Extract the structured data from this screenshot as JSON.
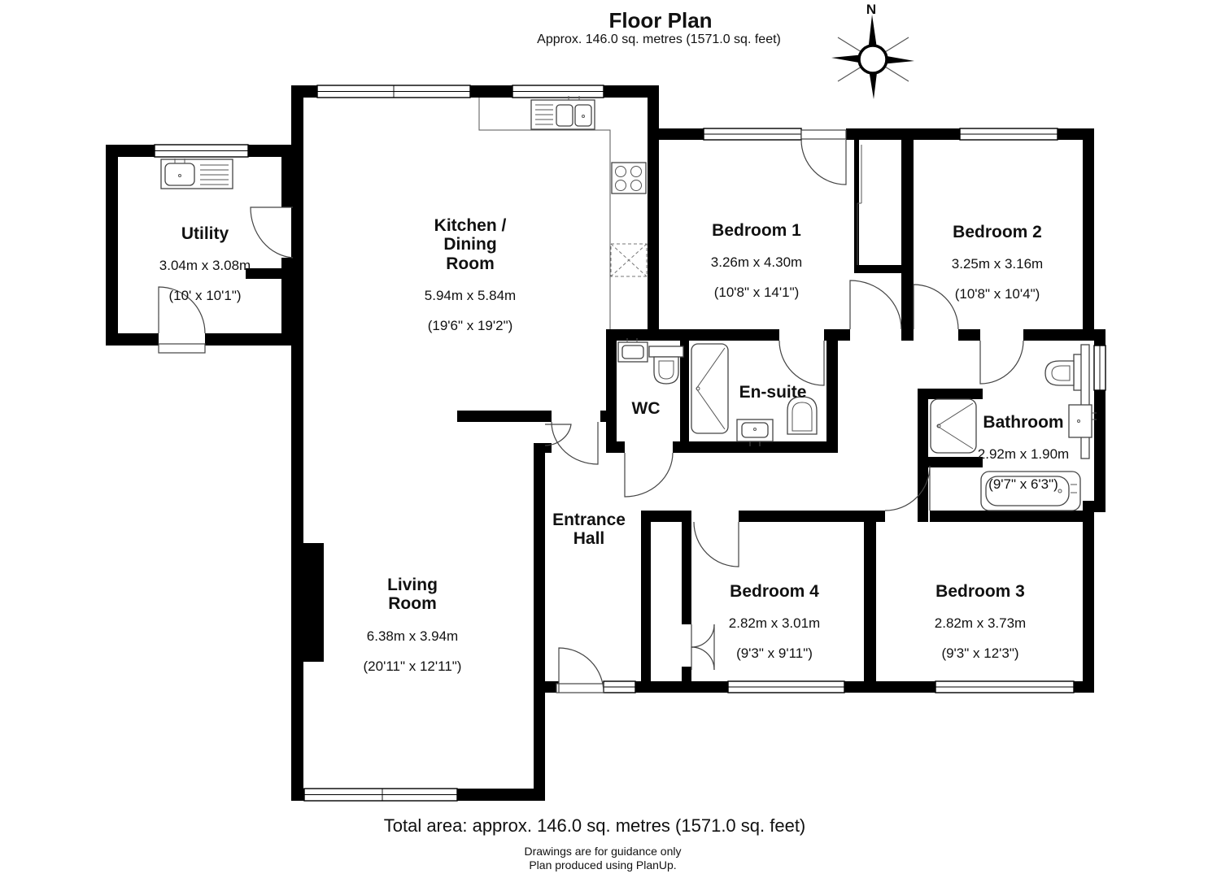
{
  "page": {
    "title": "Floor Plan",
    "subtitle": "Approx. 146.0 sq. metres (1571.0 sq. feet)"
  },
  "compass": {
    "label": "N"
  },
  "rooms": {
    "utility": {
      "name": "Utility",
      "metric": "3.04m x 3.08m",
      "imperial": "(10' x 10'1\")"
    },
    "kitchen": {
      "name": "Kitchen /\nDining\nRoom",
      "metric": "5.94m x 5.84m",
      "imperial": "(19'6\" x 19'2\")"
    },
    "bedroom1": {
      "name": "Bedroom 1",
      "metric": "3.26m x 4.30m",
      "imperial": "(10'8\" x 14'1\")"
    },
    "bedroom2": {
      "name": "Bedroom 2",
      "metric": "3.25m x 3.16m",
      "imperial": "(10'8\" x 10'4\")"
    },
    "wc": {
      "name": "WC"
    },
    "ensuite": {
      "name": "En-suite"
    },
    "bathroom": {
      "name": "Bathroom",
      "metric": "2.92m x 1.90m",
      "imperial": "(9'7\" x 6'3\")"
    },
    "hall": {
      "name": "Entrance\nHall"
    },
    "living": {
      "name": "Living\nRoom",
      "metric": "6.38m x 3.94m",
      "imperial": "(20'11\" x 12'11\")"
    },
    "bedroom4": {
      "name": "Bedroom 4",
      "metric": "2.82m x 3.01m",
      "imperial": "(9'3\" x 9'11\")"
    },
    "bedroom3": {
      "name": "Bedroom 3",
      "metric": "2.82m x 3.73m",
      "imperial": "(9'3\" x 12'3\")"
    }
  },
  "footer": {
    "total": "Total area: approx. 146.0 sq. metres (1571.0 sq. feet)",
    "note1": "Drawings are for guidance only",
    "note2": "Plan produced using PlanUp."
  },
  "colors": {
    "wall": "#000000",
    "background": "#ffffff",
    "line": "#444444"
  }
}
